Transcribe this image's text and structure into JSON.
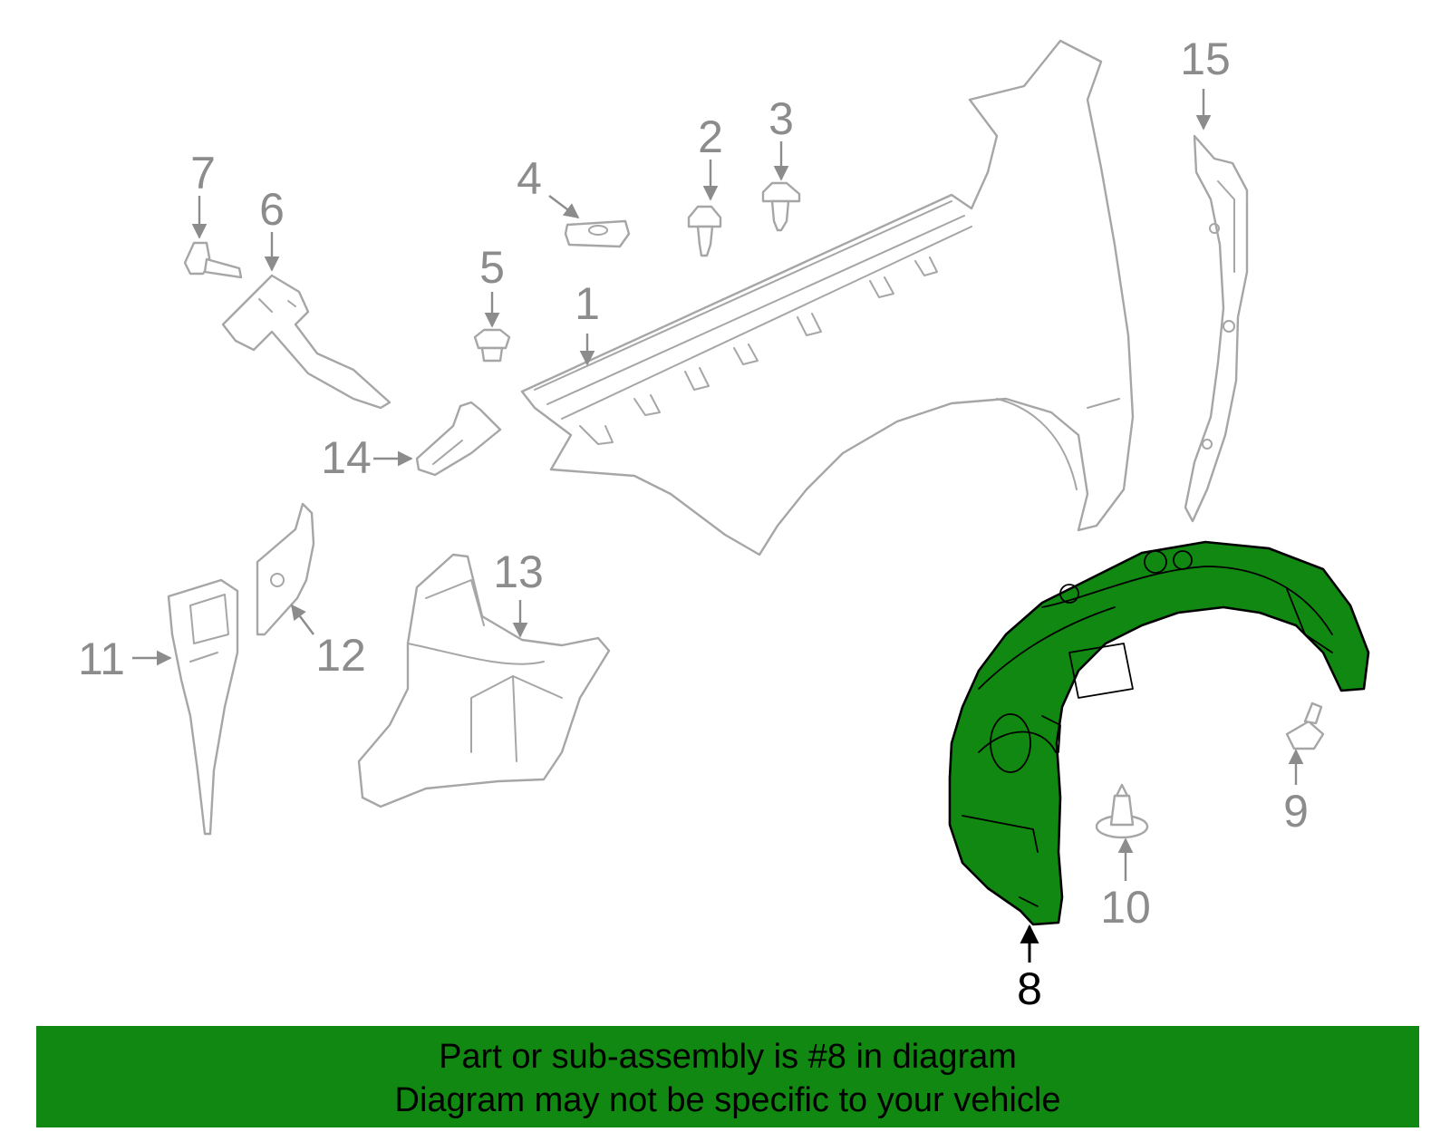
{
  "diagram": {
    "callouts": {
      "c1": "1",
      "c2": "2",
      "c3": "3",
      "c4": "4",
      "c5": "5",
      "c6": "6",
      "c7": "7",
      "c8": "8",
      "c9": "9",
      "c10": "10",
      "c11": "11",
      "c12": "12",
      "c13": "13",
      "c14": "14",
      "c15": "15"
    },
    "highlighted_part": "8",
    "colors": {
      "highlight": "#118811",
      "part_outline": "#a6a6a6",
      "callout": "#8c8c8c",
      "highlight_outline": "#000000"
    }
  },
  "banner": {
    "line1": "Part or sub-assembly is #8 in diagram",
    "line2": "Diagram may not be specific to your vehicle"
  }
}
